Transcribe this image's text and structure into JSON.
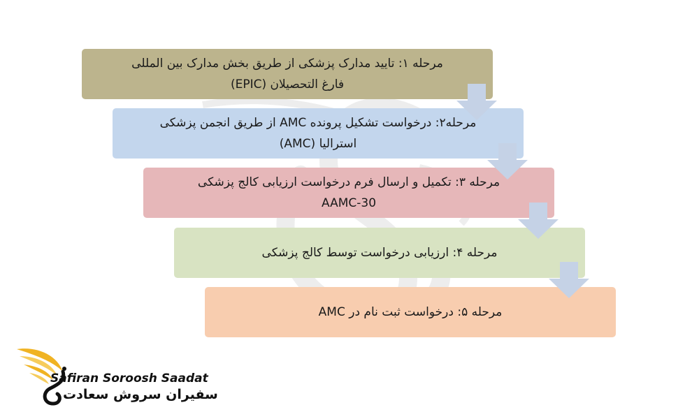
{
  "steps": [
    {
      "line1": "مرحله ۱: تایید مدارک پزشکی از طریق بخش مدارک بین المللی",
      "line2": "فارغ التحصیلان (EPIC)",
      "color": "#bcb48d"
    },
    {
      "line1": "مرحله۲: درخواست تشکیل پرونده AMC از طریق انجمن پزشکی",
      "line2": "استرالیا (AMC)",
      "color": "#c3d6ed"
    },
    {
      "line1": "مرحله ۳: تکمیل و ارسال فرم درخواست ارزیابی کالج پزشکی",
      "line2": "AAMC-30",
      "color": "#e6b7b9"
    },
    {
      "line1": "مرحله ۴: ارزیابی درخواست توسط کالج پزشکی",
      "line2": "",
      "color": "#d8e3c2"
    },
    {
      "line1": "مرحله ۵: درخواست ثبت نام در AMC",
      "line2": "",
      "color": "#f8cdaf"
    }
  ],
  "arrow_color": "#c5d2e6",
  "logo": {
    "brand_en": "Safiran Soroosh Saadat",
    "brand_fa": "سفیران سروش سعادت",
    "wing_color": "#f0b323",
    "wing_color_light": "#f6cc5c"
  }
}
